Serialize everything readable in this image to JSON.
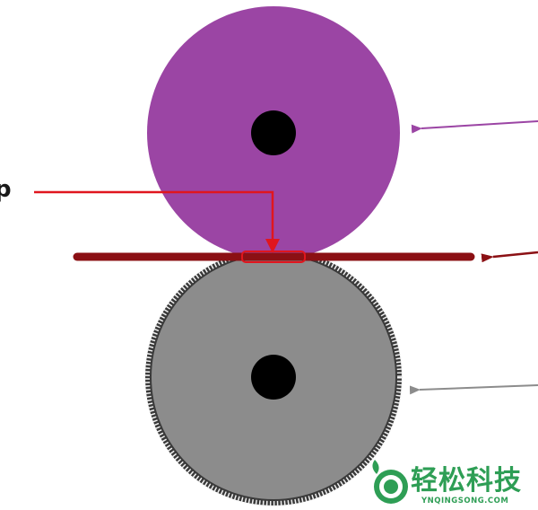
{
  "figure": {
    "left_partial_label": "p"
  },
  "colors": {
    "top_roller": "#9b45a4",
    "bottom_roller": "#8c8c8c",
    "strip": "#8b1014",
    "nip_arrow": "#e0161e",
    "top_arrow": "#9b45a4",
    "strip_arrow": "#8b1014",
    "bottom_arrow": "#8c8c8c",
    "axle": "#000000"
  },
  "watermark": {
    "cn": "轻松科技",
    "en": "YNQINGSONG.COM",
    "color": "#2e9e55",
    "icon": "leaf-circle-logo-icon"
  }
}
